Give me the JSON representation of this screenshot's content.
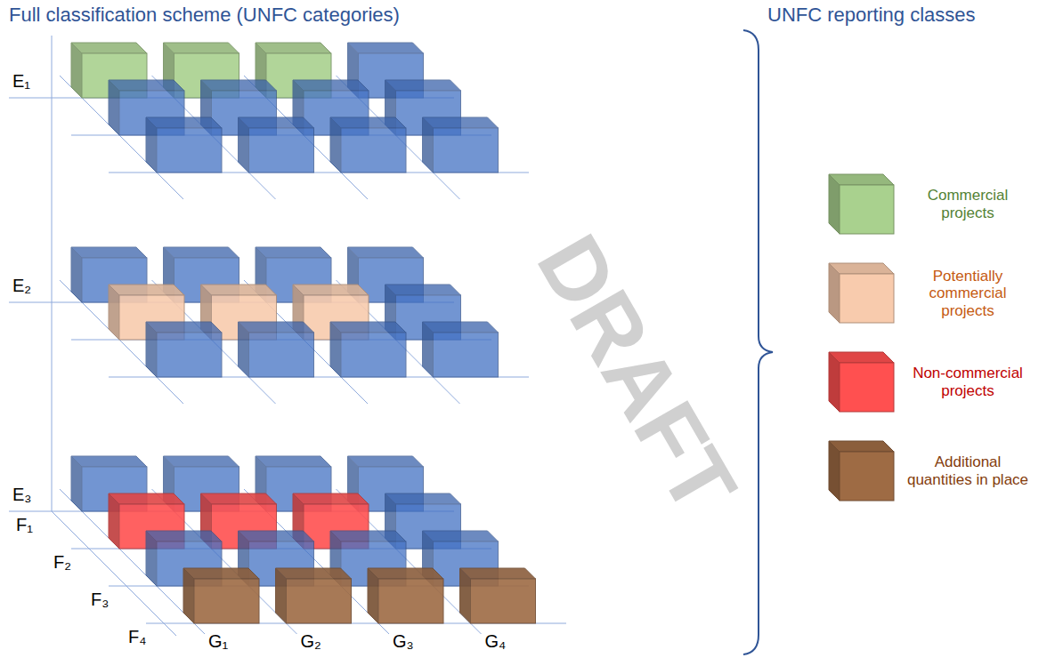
{
  "diagram": {
    "title": "Full classification scheme (UNFC categories)",
    "labels": [
      "UNFC reporting classes",
      "E₁",
      "E₂",
      "E₃",
      "F₁",
      "F₂",
      "F₃",
      "F₄",
      "G₁",
      "G₂",
      "G₃",
      "G₄",
      "DRAFT"
    ],
    "legend": [
      {
        "text": "Commercial projects",
        "color": "#a9d18e"
      },
      {
        "text": "Potentially commercial projects",
        "color": "#f8cbad"
      },
      {
        "text": "Non-commercial projects",
        "color": "#ff5050"
      },
      {
        "text": "Additional quantities in place",
        "color": "#9e6b44"
      }
    ]
  }
}
